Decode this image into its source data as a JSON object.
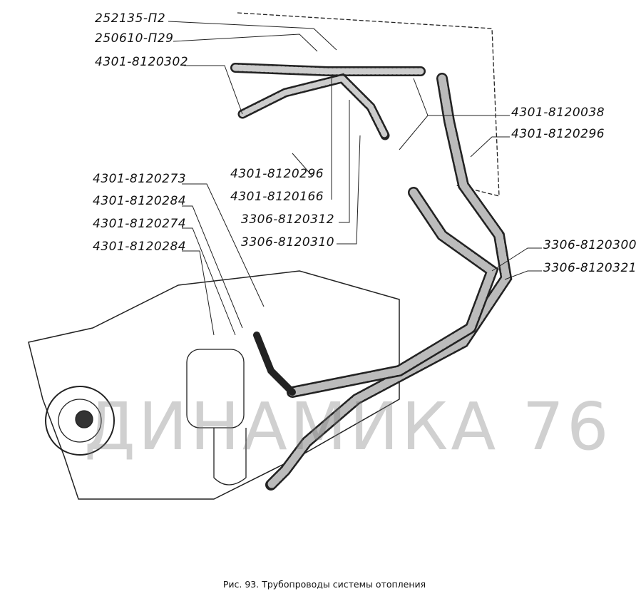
{
  "labels": {
    "l1": "252135-П2",
    "l2": "250610-П29",
    "l3": "4301-8120302",
    "l4": "4301-8120038",
    "l5": "4301-8120296",
    "l6": "4301-8120296",
    "l7": "4301-8120166",
    "l8": "3306-8120312",
    "l9": "3306-8120310",
    "l10": "4301-8120273",
    "l11": "4301-8120284",
    "l12": "4301-8120274",
    "l13": "4301-8120284",
    "l14": "3306-8120300",
    "l15": "3306-8120321"
  },
  "watermark": "ДИНАМИКА 76",
  "caption": "Рис. 93. Трубопроводы системы отопления"
}
